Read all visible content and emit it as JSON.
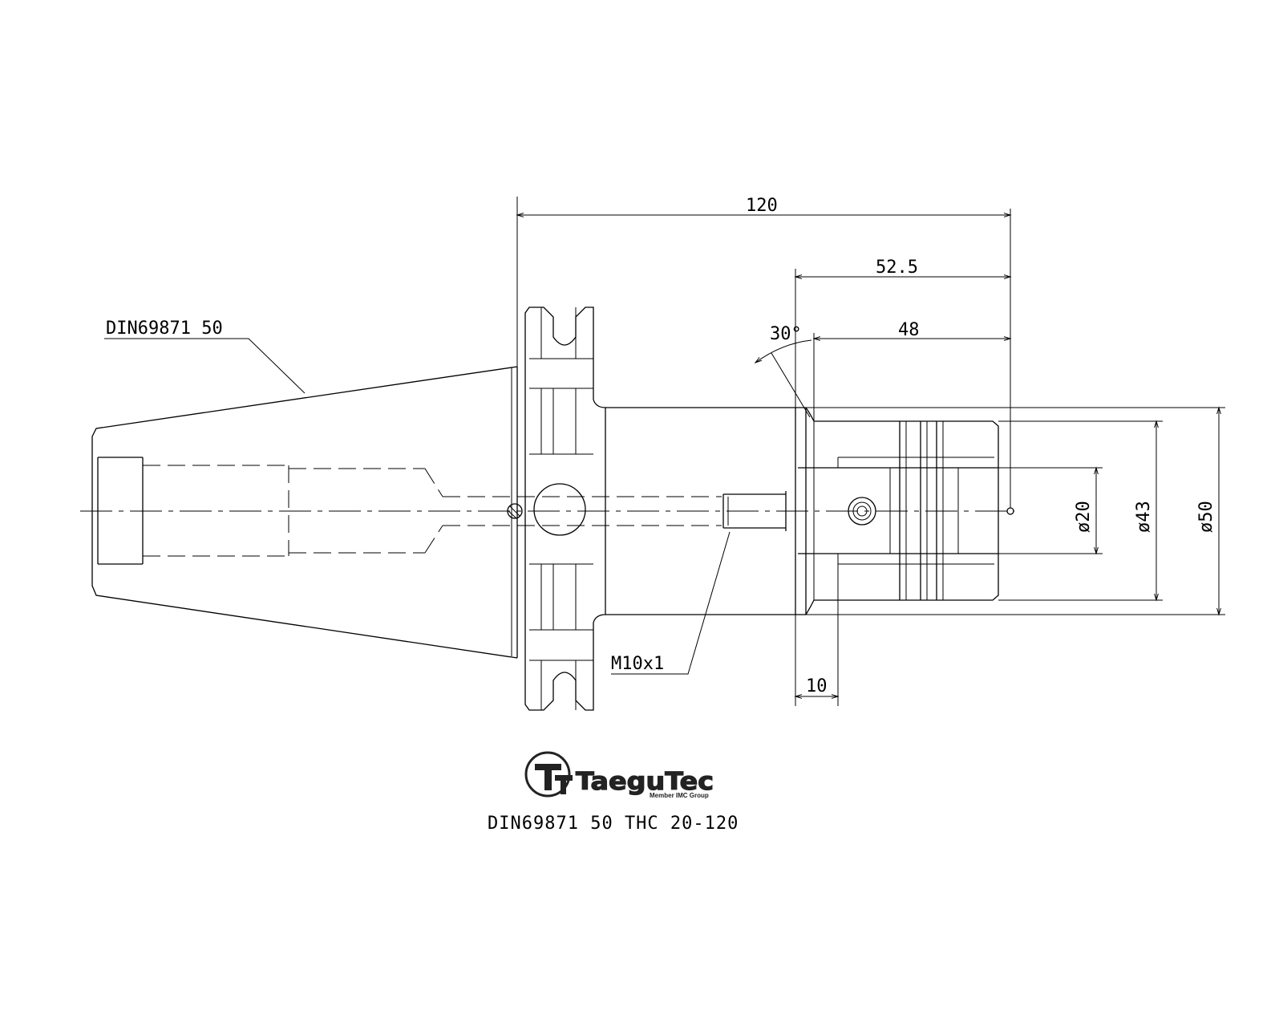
{
  "drawing": {
    "dimensions": {
      "overall_length": "120",
      "length_52_5": "52.5",
      "length_48": "48",
      "chamfer_angle": "30°",
      "collar_length": "10",
      "bore_diameter": "ø20",
      "body_diameter": "ø43",
      "outer_diameter": "ø50"
    },
    "labels": {
      "taper_callout": "DIN69871 50",
      "thread_callout": "M10x1"
    },
    "logo": {
      "brand": "TaeguTec",
      "tagline": "Member IMC Group"
    },
    "part_number": "DIN69871 50 THC 20-120"
  }
}
